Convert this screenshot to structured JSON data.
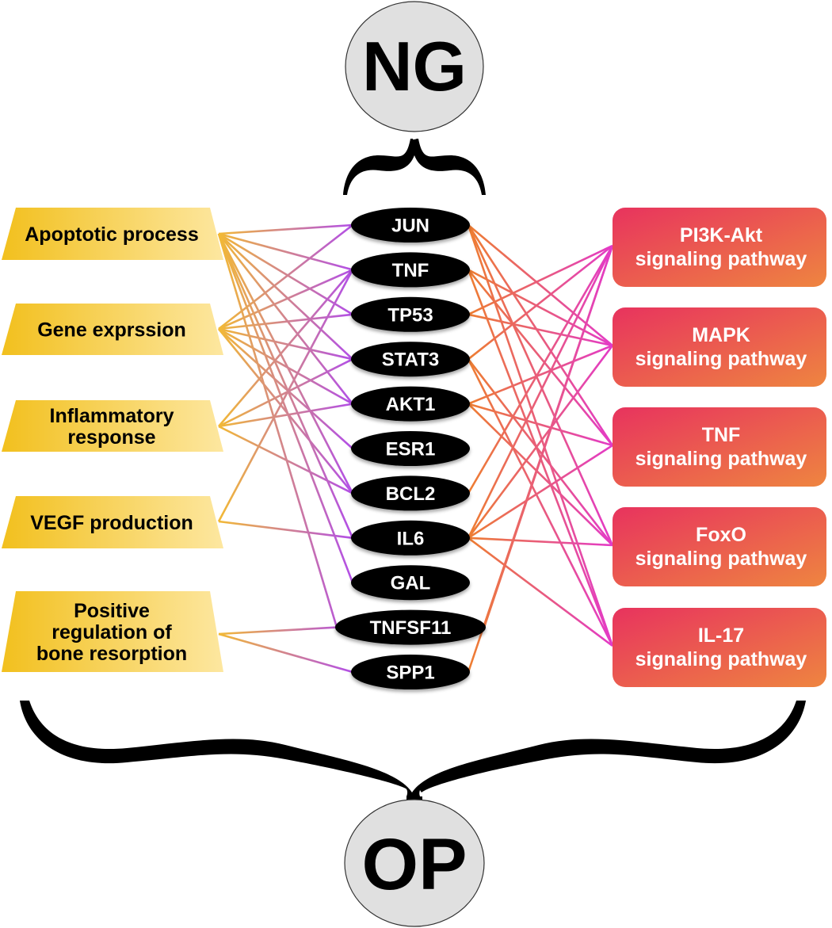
{
  "top_node": {
    "label": "NG"
  },
  "bottom_node": {
    "label": "OP"
  },
  "colors": {
    "term_gradient_start": "#f2c01e",
    "term_gradient_end": "#fde7a0",
    "gene_fill": "#000000",
    "pathway_gradient_start": "#e8335e",
    "pathway_gradient_end": "#ee8540",
    "left_edge_start": "#f2b935",
    "left_edge_end": "#b24ee8",
    "right_edge_start": "#ee7d32",
    "right_edge_end": "#e33ac7",
    "circle_fill": "#e0e0e0"
  },
  "terms": [
    {
      "id": "apoptotic",
      "lines": [
        "Apoptotic process"
      ]
    },
    {
      "id": "gene_expression",
      "lines": [
        "Gene exprssion"
      ]
    },
    {
      "id": "inflammatory",
      "lines": [
        "Inflammatory",
        "response"
      ]
    },
    {
      "id": "vegf",
      "lines": [
        "VEGF production"
      ]
    },
    {
      "id": "bone",
      "lines": [
        "Positive",
        "regulation of",
        "bone resorption"
      ]
    }
  ],
  "genes": [
    "JUN",
    "TNF",
    "TP53",
    "STAT3",
    "AKT1",
    "ESR1",
    "BCL2",
    "IL6",
    "GAL",
    "TNFSF11",
    "SPP1"
  ],
  "pathways": [
    {
      "id": "pi3k",
      "lines": [
        "PI3K-Akt",
        "signaling pathway"
      ]
    },
    {
      "id": "mapk",
      "lines": [
        "MAPK",
        "signaling pathway"
      ]
    },
    {
      "id": "tnf",
      "lines": [
        "TNF",
        "signaling pathway"
      ]
    },
    {
      "id": "foxo",
      "lines": [
        "FoxO",
        "signaling pathway"
      ]
    },
    {
      "id": "il17",
      "lines": [
        "IL-17",
        "signaling pathway"
      ]
    }
  ],
  "term_gene_links": [
    [
      "apoptotic",
      "JUN"
    ],
    [
      "apoptotic",
      "TNF"
    ],
    [
      "apoptotic",
      "TP53"
    ],
    [
      "apoptotic",
      "STAT3"
    ],
    [
      "apoptotic",
      "AKT1"
    ],
    [
      "apoptotic",
      "BCL2"
    ],
    [
      "apoptotic",
      "IL6"
    ],
    [
      "apoptotic",
      "GAL"
    ],
    [
      "apoptotic",
      "TNFSF11"
    ],
    [
      "gene_expression",
      "JUN"
    ],
    [
      "gene_expression",
      "TNF"
    ],
    [
      "gene_expression",
      "TP53"
    ],
    [
      "gene_expression",
      "STAT3"
    ],
    [
      "gene_expression",
      "AKT1"
    ],
    [
      "gene_expression",
      "ESR1"
    ],
    [
      "gene_expression",
      "BCL2"
    ],
    [
      "inflammatory",
      "TNF"
    ],
    [
      "inflammatory",
      "STAT3"
    ],
    [
      "inflammatory",
      "AKT1"
    ],
    [
      "inflammatory",
      "BCL2"
    ],
    [
      "vegf",
      "TNF"
    ],
    [
      "vegf",
      "IL6"
    ],
    [
      "bone",
      "TNFSF11"
    ],
    [
      "bone",
      "SPP1"
    ]
  ],
  "gene_pathway_links": [
    [
      "JUN",
      "mapk"
    ],
    [
      "JUN",
      "tnf"
    ],
    [
      "JUN",
      "foxo"
    ],
    [
      "JUN",
      "il17"
    ],
    [
      "TNF",
      "mapk"
    ],
    [
      "TNF",
      "tnf"
    ],
    [
      "TNF",
      "il17"
    ],
    [
      "TP53",
      "mapk"
    ],
    [
      "TP53",
      "pi3k"
    ],
    [
      "STAT3",
      "pi3k"
    ],
    [
      "STAT3",
      "foxo"
    ],
    [
      "STAT3",
      "il17"
    ],
    [
      "AKT1",
      "mapk"
    ],
    [
      "AKT1",
      "tnf"
    ],
    [
      "AKT1",
      "foxo"
    ],
    [
      "BCL2",
      "pi3k"
    ],
    [
      "IL6",
      "pi3k"
    ],
    [
      "IL6",
      "mapk"
    ],
    [
      "IL6",
      "tnf"
    ],
    [
      "IL6",
      "foxo"
    ],
    [
      "IL6",
      "il17"
    ],
    [
      "TNFSF11",
      "pi3k"
    ],
    [
      "SPP1",
      "pi3k"
    ]
  ]
}
